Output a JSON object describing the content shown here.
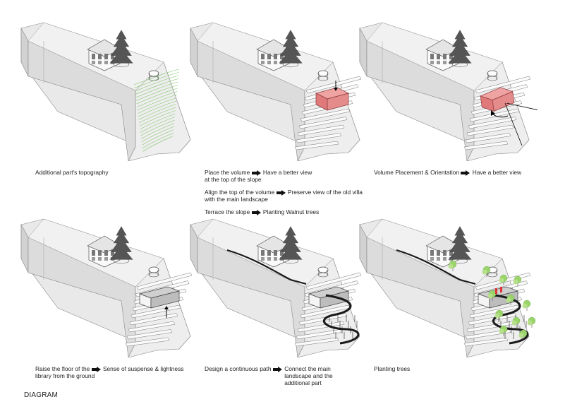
{
  "panels": [
    {
      "id": 1,
      "captions": [
        {
          "a": "Additional part's topography",
          "b": ""
        }
      ]
    },
    {
      "id": 2,
      "captions": [
        {
          "a": "Place the volume",
          "a2": "at the top of the slope",
          "b": "Have a better view"
        },
        {
          "a": "Align the top of the volume",
          "a2": "with the main landscape",
          "b": "Preserve view of the old villa"
        },
        {
          "a": "Terrace the slope",
          "b": "Planting Walnut trees"
        }
      ]
    },
    {
      "id": 3,
      "captions": [
        {
          "a": "Volume Placement & Orientation",
          "b": "Have a better view"
        }
      ]
    },
    {
      "id": 4,
      "captions": [
        {
          "a": "Raise the floor of the",
          "a2": "library from the ground",
          "b": "Sense of suspense & lightness"
        }
      ]
    },
    {
      "id": 5,
      "captions": [
        {
          "a": "Design a continuous path",
          "b": "Connect the main",
          "b2": "landscape and the",
          "b3": "additional part"
        }
      ]
    },
    {
      "id": 6,
      "captions": [
        {
          "a": "Planting trees"
        }
      ]
    }
  ],
  "title": "DIAGRAM",
  "colors": {
    "volume": "#e07a7a",
    "path": "#1a1a1a",
    "topo": "#7fc46a",
    "tree_green": "#9bd46a",
    "site": "#e6e6e6"
  }
}
